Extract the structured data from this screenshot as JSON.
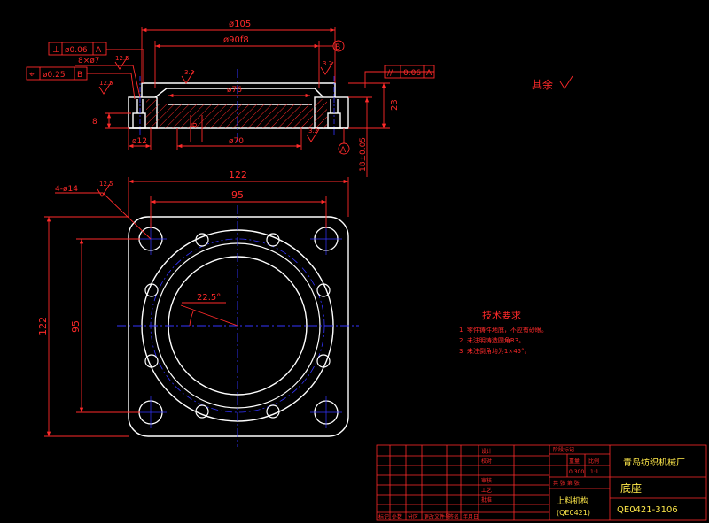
{
  "colors": {
    "background": "#000000",
    "dimension": "#ff2a2a",
    "outline": "#ffffff",
    "centerline": "#3333ff",
    "hatch": "#ff2a2a",
    "title_text": "#ffe94a"
  },
  "section": {
    "dim_top": "ø105",
    "dim_mid": "ø90f8",
    "dim_bore": "ø76",
    "dim_inner": "ø70",
    "dim_height": "23",
    "dim_base": "18±0.05",
    "dim_cbore": "8×ø7",
    "dim_depth": "8",
    "dim_hole": "ø12",
    "dim_small": "6",
    "tol_perp": {
      "symbol": "⊥",
      "value": "ø0.06",
      "datum": "A"
    },
    "tol_pos": {
      "symbol": "⌖",
      "value": "ø0.25",
      "datum": "B"
    },
    "tol_par": {
      "symbol": "//",
      "value": "0.06",
      "datum": "A"
    },
    "datum_b": "B",
    "datum_a": "A",
    "rough_1": "12.5",
    "rough_2": "3.2",
    "rough_3": "12.5",
    "rough_4": "3.2",
    "rough_5": "3.2"
  },
  "plan": {
    "dim_width": "122",
    "dim_pitch_x": "95",
    "dim_height": "122",
    "dim_pitch_y": "95",
    "holes_note": "4-ø14",
    "holes_rough": "12.5",
    "angle": "22.5°"
  },
  "rest_roughness": "其余",
  "tech_requirements": {
    "title": "技术要求",
    "items": [
      "1. 零件铸件地底，不应有砂眼。",
      "2. 未注明铸造圆角R3。",
      "3. 未注倒角均为1×45°。"
    ]
  },
  "title_block": {
    "company": "青岛纺织机械厂",
    "part_name": "底座",
    "drawing_no": "QE0421-3106",
    "assembly": "上料机构",
    "assembly_no": "(QE0421)",
    "header_cells": [
      "标记",
      "处数",
      "分区",
      "更改文件号",
      "签名",
      "年月日"
    ],
    "role_labels": [
      "设计",
      "校对",
      "审核",
      "工艺",
      "批准"
    ],
    "stage_labels": [
      "阶段标记",
      "重量",
      "比例"
    ],
    "scale": "1:1",
    "sheet_info": "共 张 第 张",
    "weight": "0.300"
  }
}
